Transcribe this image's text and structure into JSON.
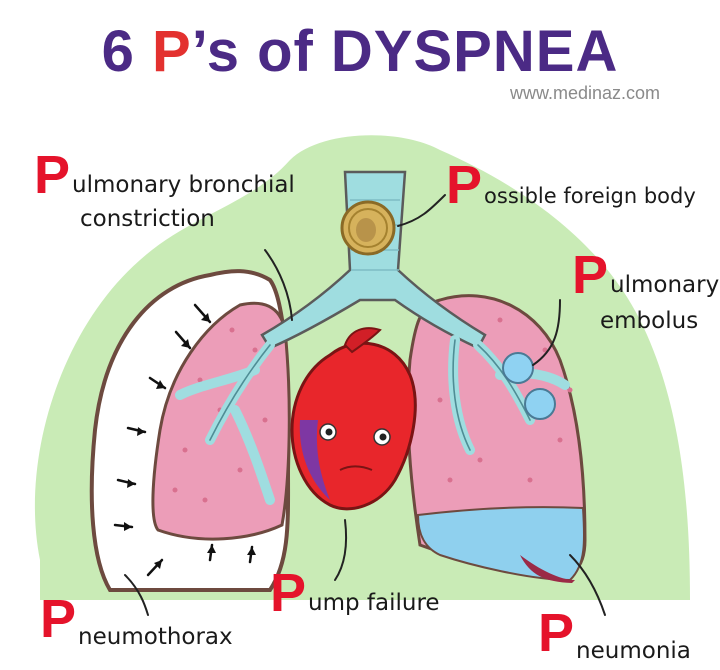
{
  "title": {
    "num": "6",
    "p": "P",
    "rest": "’s of DYSPNEA"
  },
  "website": "www.medinaz.com",
  "labels": {
    "pulmonary_bronchial": {
      "initial": "P",
      "rest_line1": "ulmonary bronchial",
      "line2": "constriction"
    },
    "foreign_body": {
      "initial": "P",
      "rest": "ossible foreign body"
    },
    "embolus": {
      "initial": "P",
      "rest_line1": "ulmonary",
      "line2": "embolus"
    },
    "pneumothorax": {
      "initial": "P",
      "rest": "neumothorax"
    },
    "pump_failure": {
      "initial": "P",
      "rest": "ump failure"
    },
    "pneumonia": {
      "initial": "P",
      "rest": "neumonia"
    }
  },
  "colors": {
    "title_purple": "#4b2a85",
    "letter_red": "#e5132b",
    "background_green": "#c9ebb6",
    "lung_pink": "#ec9db8",
    "airway_blue": "#9fdde0",
    "heart_red": "#e8262b",
    "fluid_blue": "#7fc8e8"
  }
}
